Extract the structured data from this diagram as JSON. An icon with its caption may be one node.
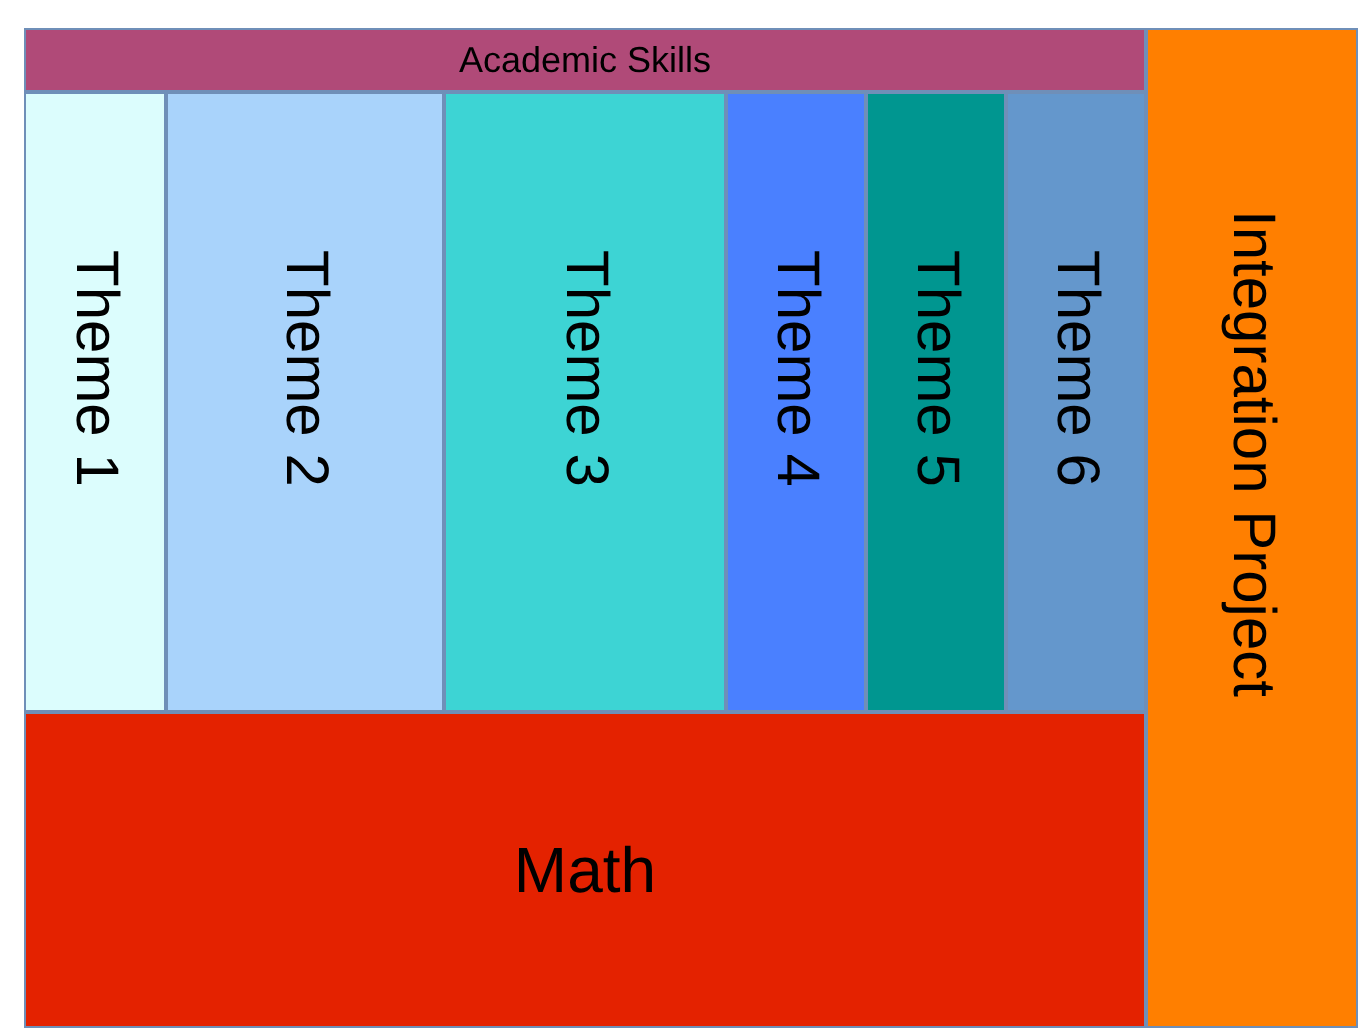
{
  "diagram": {
    "nodes": [
      {
        "text": [
          "Academic Skills"
        ]
      },
      {
        "text": [
          "Theme 1"
        ]
      },
      {
        "text": [
          "Theme 2"
        ]
      },
      {
        "text": [
          "Theme 3"
        ]
      },
      {
        "text": [
          "Theme 4"
        ]
      },
      {
        "text": [
          "Theme 5"
        ]
      },
      {
        "text": [
          "Theme 6"
        ]
      },
      {
        "text": [
          "Math"
        ]
      },
      {
        "text": [
          "Integration Project"
        ]
      }
    ]
  }
}
